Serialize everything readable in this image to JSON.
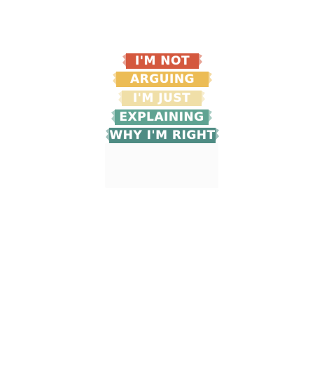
{
  "lines": [
    {
      "text": "I'M NOT",
      "color": "#d4583e"
    },
    {
      "text": "ARGUING",
      "color": "#ecbc55"
    },
    {
      "text": "I'M JUST",
      "color": "#f0dfa8"
    },
    {
      "text": "EXPLAINING",
      "color": "#5fa392"
    },
    {
      "text": "WHY I'M RIGHT",
      "color": "#4f8c84"
    }
  ],
  "background_color": "#ffffff"
}
